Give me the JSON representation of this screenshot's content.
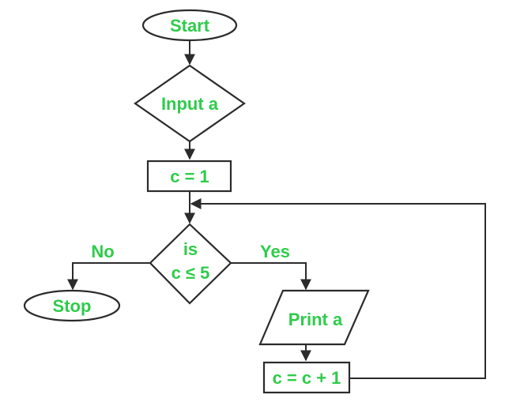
{
  "colors": {
    "text": "#2ecc4a",
    "stroke": "#2b2b2b",
    "background": "#ffffff"
  },
  "nodes": {
    "start": "Start",
    "input": "Input a",
    "init": "c = 1",
    "condition_line1": "is",
    "condition_line2": "c ≤ 5",
    "stop": "Stop",
    "print": "Print a",
    "increment": "c = c + 1"
  },
  "edges": {
    "no_label": "No",
    "yes_label": "Yes"
  }
}
